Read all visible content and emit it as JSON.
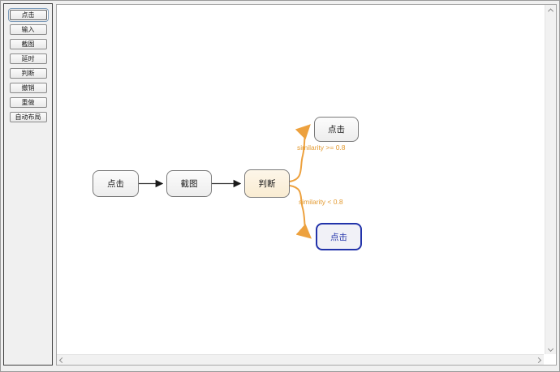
{
  "sidebar": {
    "buttons": [
      {
        "id": "click",
        "label": "点击",
        "focused": true
      },
      {
        "id": "input",
        "label": "输入"
      },
      {
        "id": "screenshot",
        "label": "截图"
      },
      {
        "id": "delay",
        "label": "延时"
      },
      {
        "id": "judge",
        "label": "判断"
      },
      {
        "id": "undo",
        "label": "撤销"
      },
      {
        "id": "redo",
        "label": "重做"
      },
      {
        "id": "auto-layout",
        "label": "自动布局"
      }
    ]
  },
  "canvas": {
    "nodes": [
      {
        "id": "n1",
        "label": "点击",
        "style": "default"
      },
      {
        "id": "n2",
        "label": "截图",
        "style": "default"
      },
      {
        "id": "n3",
        "label": "判断",
        "style": "judge"
      },
      {
        "id": "n4",
        "label": "点击",
        "style": "default"
      },
      {
        "id": "n5",
        "label": "点击",
        "style": "selected"
      }
    ],
    "edges": [
      {
        "from": "n1",
        "to": "n2",
        "label": ""
      },
      {
        "from": "n2",
        "to": "n3",
        "label": ""
      },
      {
        "from": "n3",
        "to": "n4",
        "label": "similarity >= 0.8"
      },
      {
        "from": "n3",
        "to": "n5",
        "label": "similarity < 0.8"
      }
    ]
  },
  "colors": {
    "edge_orange": "#eda13e",
    "edge_dark": "#3a3a3a",
    "judge_fill": "#fdf3e0",
    "selected_blue": "#2233aa",
    "node_border": "#7a7a7a"
  }
}
